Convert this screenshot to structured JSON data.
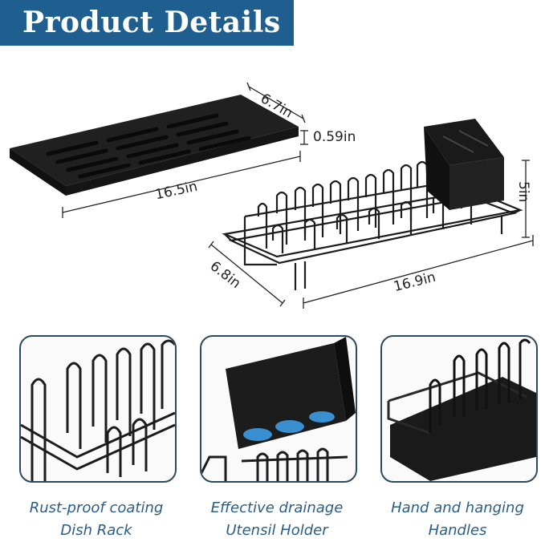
{
  "banner": {
    "title": "Product Details"
  },
  "dimensions": {
    "tray_width": "6.7in",
    "tray_height": "0.59in",
    "tray_length": "16.5in",
    "rack_height": "5in",
    "rack_width": "6.8in",
    "rack_length": "16.9in"
  },
  "features": [
    {
      "line1": "Rust-proof coating",
      "line2": "Dish Rack"
    },
    {
      "line1": "Effective drainage",
      "line2": "Utensil Holder"
    },
    {
      "line1": "Hand and hanging",
      "line2": "Handles"
    }
  ],
  "colors": {
    "banner": "#1f5f8f",
    "caption": "#2a5d86",
    "product": "#1c1c1c",
    "drain_mesh": "#3a8fd0"
  }
}
